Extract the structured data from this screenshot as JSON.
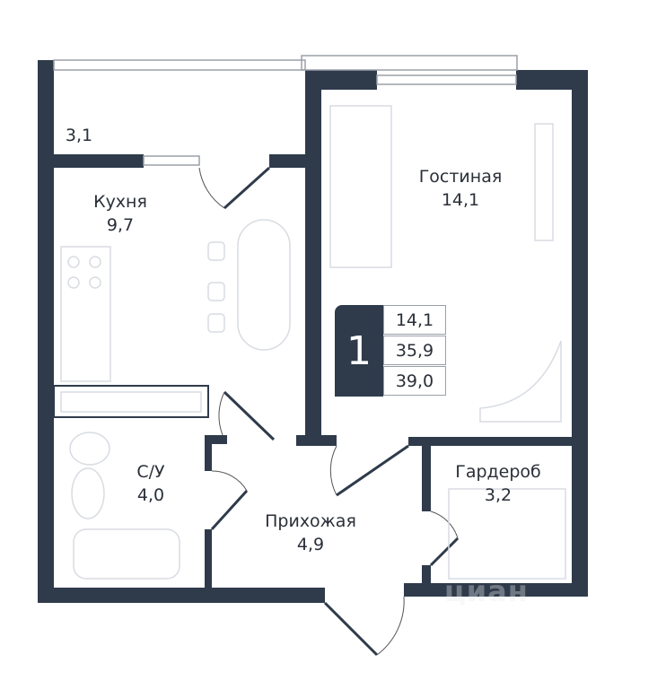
{
  "rooms": {
    "balcony": {
      "area": "3,1"
    },
    "kitchen": {
      "name": "Кухня",
      "area": "9,7"
    },
    "living": {
      "name": "Гостиная",
      "area": "14,1"
    },
    "bathroom": {
      "name": "С/У",
      "area": "4,0"
    },
    "hallway": {
      "name": "Прихожая",
      "area": "4,9"
    },
    "wardrobe": {
      "name": "Гардероб",
      "area": "3,2"
    }
  },
  "summary": {
    "rooms_count": "1",
    "living_area": "14,1",
    "total_area_net": "35,9",
    "total_area": "39,0"
  },
  "watermark": "циан",
  "colors": {
    "wall": "#2f3b4b",
    "furniture": "#d8dce2"
  }
}
